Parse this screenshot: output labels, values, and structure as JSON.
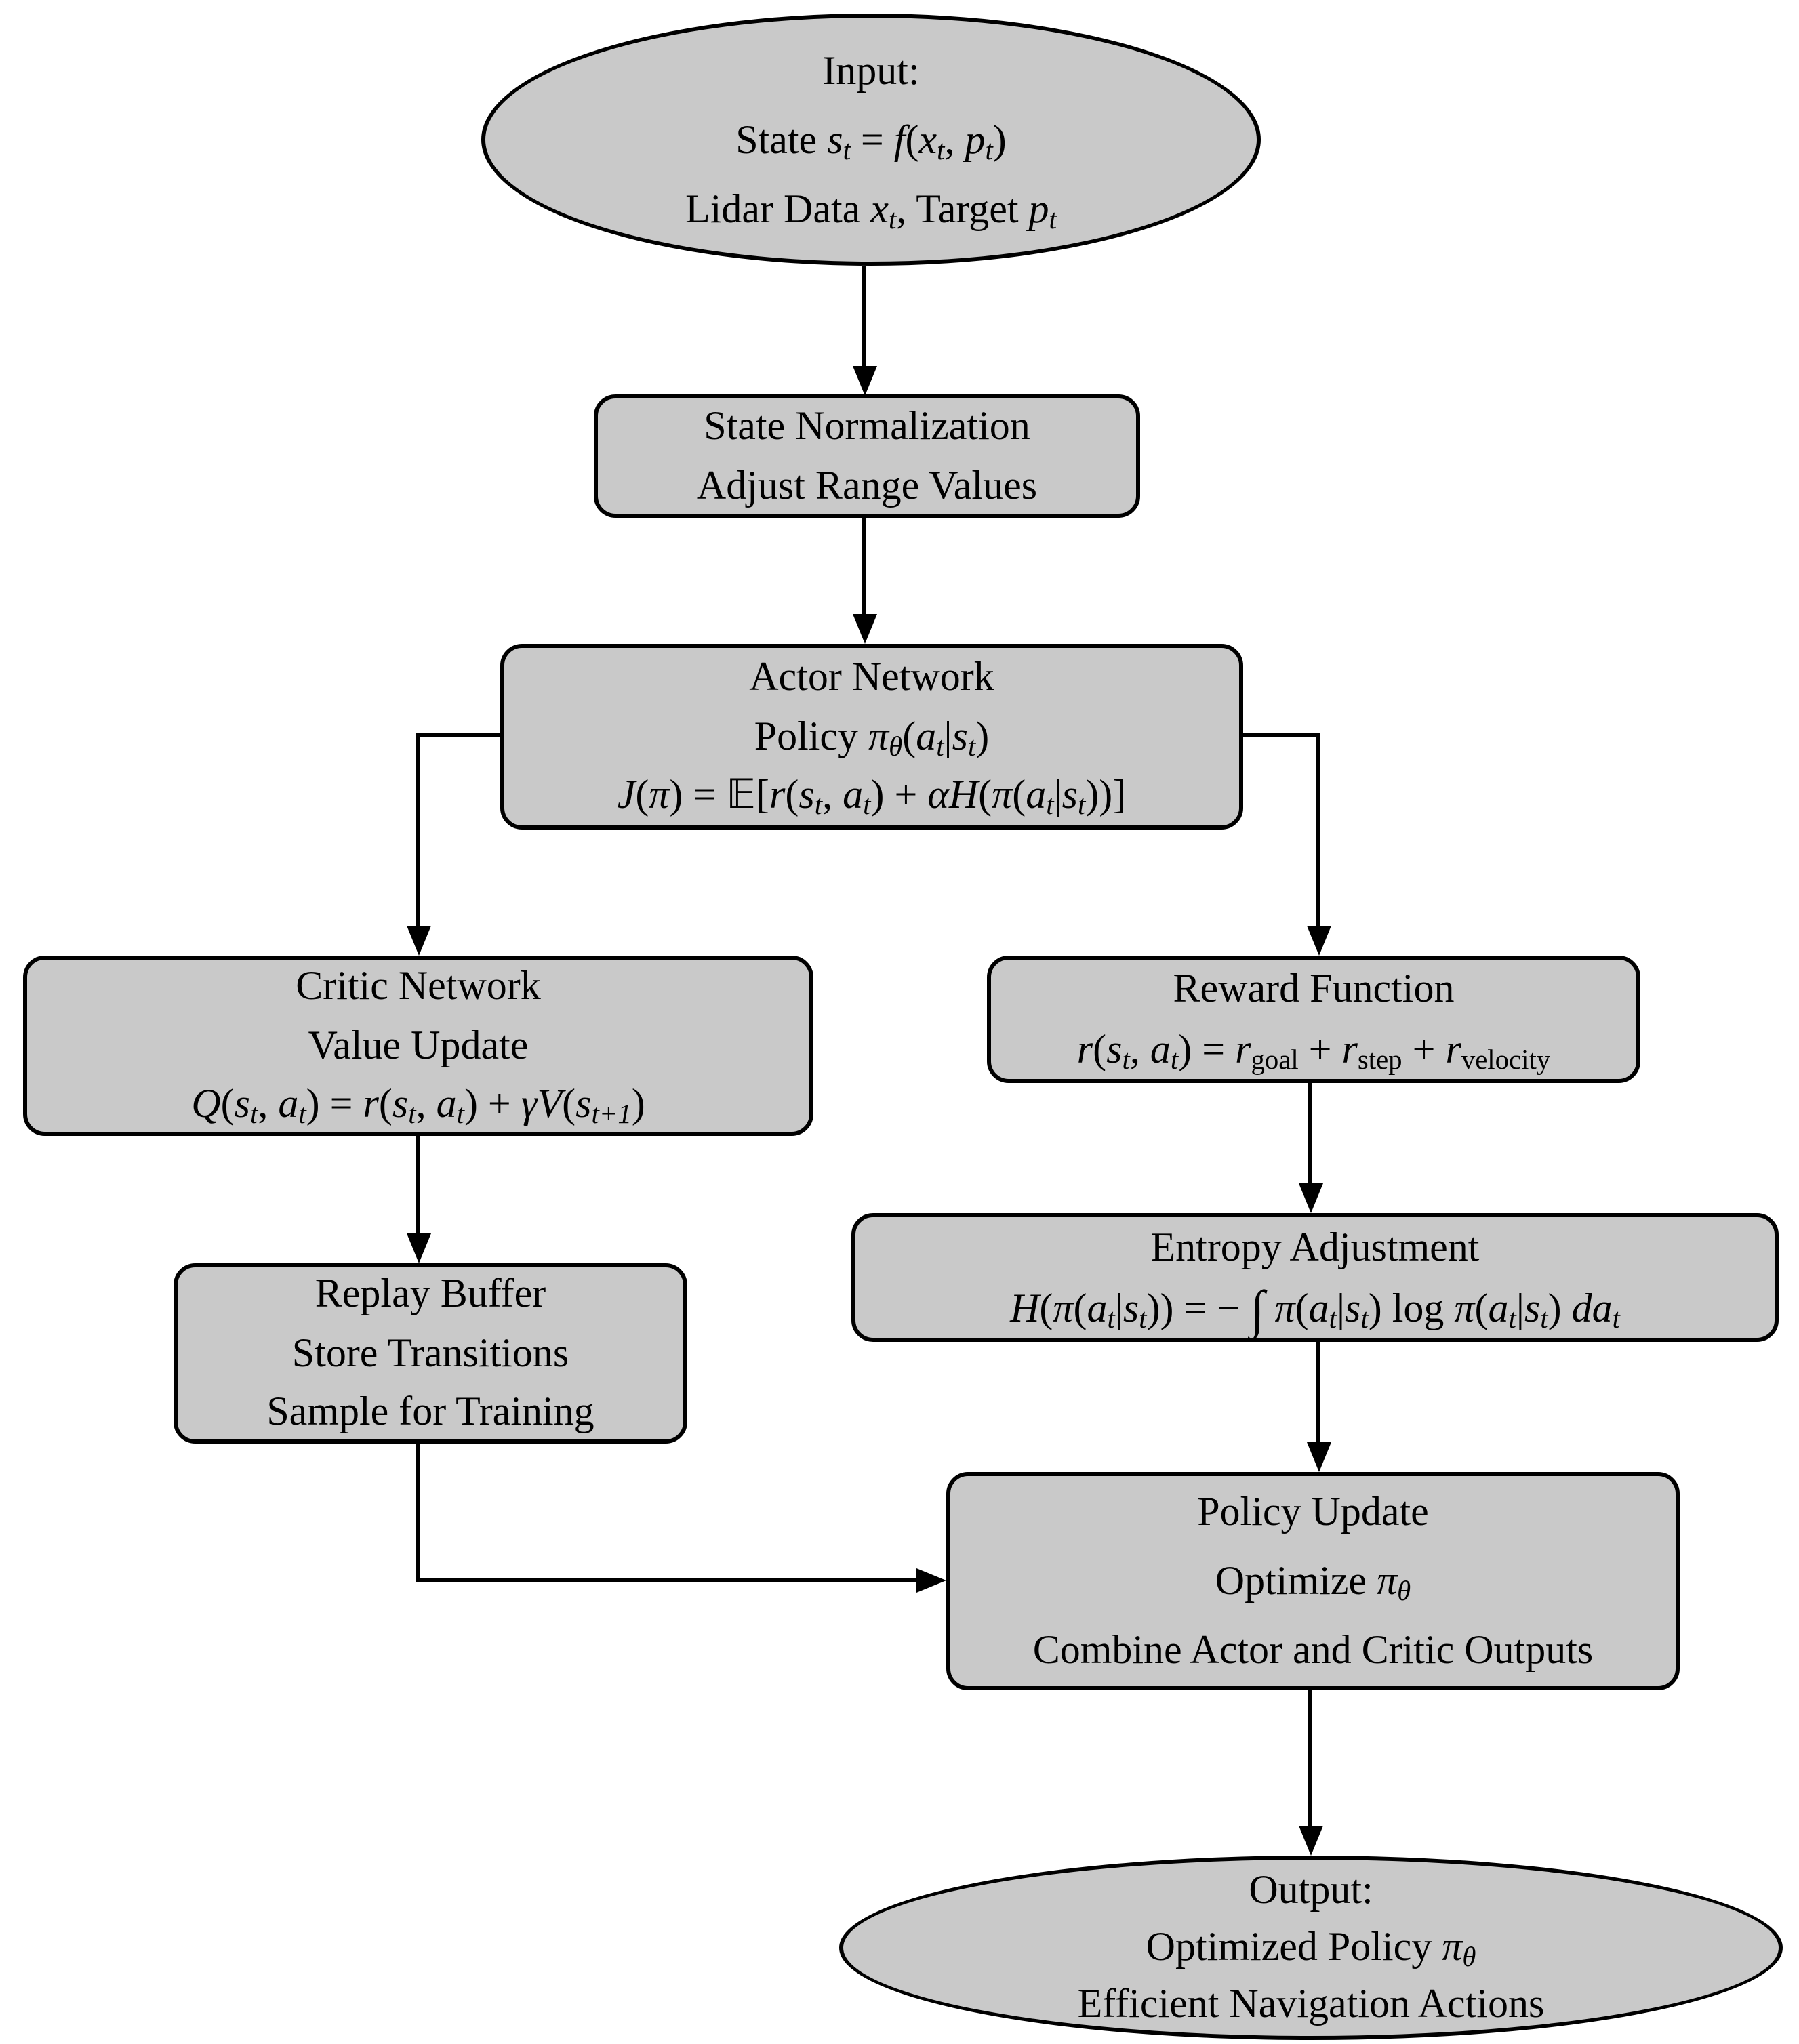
{
  "diagram": {
    "type": "flowchart",
    "colors": {
      "background": "#ffffff",
      "node_fill": "#c9c9c9",
      "node_border": "#000000",
      "edge": "#000000"
    },
    "nodes": [
      {
        "id": "input",
        "shape": "ellipse",
        "lines": [
          [
            {
              "t": "Input:"
            }
          ],
          [
            {
              "t": "State "
            },
            {
              "t": "s",
              "s": "i"
            },
            {
              "t": "t",
              "s": "isub"
            },
            {
              "t": " = "
            },
            {
              "t": "f",
              "s": "i"
            },
            {
              "t": "("
            },
            {
              "t": "x",
              "s": "i"
            },
            {
              "t": "t",
              "s": "isub"
            },
            {
              "t": ", "
            },
            {
              "t": "p",
              "s": "i"
            },
            {
              "t": "t",
              "s": "isub"
            },
            {
              "t": ")"
            }
          ],
          [
            {
              "t": "Lidar Data "
            },
            {
              "t": "x",
              "s": "i"
            },
            {
              "t": "t",
              "s": "isub"
            },
            {
              "t": ", Target "
            },
            {
              "t": "p",
              "s": "i"
            },
            {
              "t": "t",
              "s": "isub"
            }
          ]
        ]
      },
      {
        "id": "state",
        "shape": "box",
        "lines": [
          [
            {
              "t": "State Normalization"
            }
          ],
          [
            {
              "t": "Adjust Range Values"
            }
          ]
        ]
      },
      {
        "id": "actor",
        "shape": "box",
        "lines": [
          [
            {
              "t": "Actor Network"
            }
          ],
          [
            {
              "t": "Policy "
            },
            {
              "t": "π",
              "s": "i"
            },
            {
              "t": "θ",
              "s": "isub"
            },
            {
              "t": "("
            },
            {
              "t": "a",
              "s": "i"
            },
            {
              "t": "t",
              "s": "isub"
            },
            {
              "t": "|"
            },
            {
              "t": "s",
              "s": "i"
            },
            {
              "t": "t",
              "s": "isub"
            },
            {
              "t": ")"
            }
          ],
          [
            {
              "t": "J",
              "s": "i"
            },
            {
              "t": "("
            },
            {
              "t": "π",
              "s": "i"
            },
            {
              "t": ") = "
            },
            {
              "t": "𝔼",
              "s": "bb"
            },
            {
              "t": "["
            },
            {
              "t": "r",
              "s": "i"
            },
            {
              "t": "("
            },
            {
              "t": "s",
              "s": "i"
            },
            {
              "t": "t",
              "s": "isub"
            },
            {
              "t": ", "
            },
            {
              "t": "a",
              "s": "i"
            },
            {
              "t": "t",
              "s": "isub"
            },
            {
              "t": ") + "
            },
            {
              "t": "α",
              "s": "i"
            },
            {
              "t": "H",
              "s": "i"
            },
            {
              "t": "("
            },
            {
              "t": "π",
              "s": "i"
            },
            {
              "t": "("
            },
            {
              "t": "a",
              "s": "i"
            },
            {
              "t": "t",
              "s": "isub"
            },
            {
              "t": "|"
            },
            {
              "t": "s",
              "s": "i"
            },
            {
              "t": "t",
              "s": "isub"
            },
            {
              "t": "))]"
            }
          ]
        ]
      },
      {
        "id": "critic",
        "shape": "box",
        "lines": [
          [
            {
              "t": "Critic Network"
            }
          ],
          [
            {
              "t": "Value Update"
            }
          ],
          [
            {
              "t": "Q",
              "s": "i"
            },
            {
              "t": "("
            },
            {
              "t": "s",
              "s": "i"
            },
            {
              "t": "t",
              "s": "isub"
            },
            {
              "t": ", "
            },
            {
              "t": "a",
              "s": "i"
            },
            {
              "t": "t",
              "s": "isub"
            },
            {
              "t": ") = "
            },
            {
              "t": "r",
              "s": "i"
            },
            {
              "t": "("
            },
            {
              "t": "s",
              "s": "i"
            },
            {
              "t": "t",
              "s": "isub"
            },
            {
              "t": ", "
            },
            {
              "t": "a",
              "s": "i"
            },
            {
              "t": "t",
              "s": "isub"
            },
            {
              "t": ") + "
            },
            {
              "t": "γ",
              "s": "i"
            },
            {
              "t": "V",
              "s": "i"
            },
            {
              "t": "("
            },
            {
              "t": "s",
              "s": "i"
            },
            {
              "t": "t+1",
              "s": "isub"
            },
            {
              "t": ")"
            }
          ]
        ]
      },
      {
        "id": "reward",
        "shape": "box",
        "lines": [
          [
            {
              "t": "Reward Function"
            }
          ],
          [
            {
              "t": "r",
              "s": "i"
            },
            {
              "t": "("
            },
            {
              "t": "s",
              "s": "i"
            },
            {
              "t": "t",
              "s": "isub"
            },
            {
              "t": ", "
            },
            {
              "t": "a",
              "s": "i"
            },
            {
              "t": "t",
              "s": "isub"
            },
            {
              "t": ") = "
            },
            {
              "t": "r",
              "s": "i"
            },
            {
              "t": "goal",
              "s": "sub"
            },
            {
              "t": " + "
            },
            {
              "t": "r",
              "s": "i"
            },
            {
              "t": "step",
              "s": "sub"
            },
            {
              "t": " + "
            },
            {
              "t": "r",
              "s": "i"
            },
            {
              "t": "velocity",
              "s": "sub"
            }
          ]
        ]
      },
      {
        "id": "replay",
        "shape": "box",
        "lines": [
          [
            {
              "t": "Replay Buffer"
            }
          ],
          [
            {
              "t": "Store Transitions"
            }
          ],
          [
            {
              "t": "Sample for Training"
            }
          ]
        ]
      },
      {
        "id": "entropy",
        "shape": "box",
        "lines": [
          [
            {
              "t": "Entropy Adjustment"
            }
          ],
          [
            {
              "t": "H",
              "s": "i"
            },
            {
              "t": "("
            },
            {
              "t": "π",
              "s": "i"
            },
            {
              "t": "("
            },
            {
              "t": "a",
              "s": "i"
            },
            {
              "t": "t",
              "s": "isub"
            },
            {
              "t": "|"
            },
            {
              "t": "s",
              "s": "i"
            },
            {
              "t": "t",
              "s": "isub"
            },
            {
              "t": ")) = − "
            },
            {
              "t": "∫",
              "s": "int"
            },
            {
              "t": " "
            },
            {
              "t": "π",
              "s": "i"
            },
            {
              "t": "("
            },
            {
              "t": "a",
              "s": "i"
            },
            {
              "t": "t",
              "s": "isub"
            },
            {
              "t": "|"
            },
            {
              "t": "s",
              "s": "i"
            },
            {
              "t": "t",
              "s": "isub"
            },
            {
              "t": ") log "
            },
            {
              "t": "π",
              "s": "i"
            },
            {
              "t": "("
            },
            {
              "t": "a",
              "s": "i"
            },
            {
              "t": "t",
              "s": "isub"
            },
            {
              "t": "|"
            },
            {
              "t": "s",
              "s": "i"
            },
            {
              "t": "t",
              "s": "isub"
            },
            {
              "t": ") "
            },
            {
              "t": "d",
              "s": "i"
            },
            {
              "t": "a",
              "s": "i"
            },
            {
              "t": "t",
              "s": "isub"
            }
          ]
        ]
      },
      {
        "id": "policy",
        "shape": "box",
        "lines": [
          [
            {
              "t": "Policy Update"
            }
          ],
          [
            {
              "t": "Optimize "
            },
            {
              "t": "π",
              "s": "i"
            },
            {
              "t": "θ",
              "s": "isub"
            }
          ],
          [
            {
              "t": "Combine Actor and Critic Outputs"
            }
          ]
        ]
      },
      {
        "id": "output",
        "shape": "ellipse",
        "lines": [
          [
            {
              "t": "Output:"
            }
          ],
          [
            {
              "t": "Optimized Policy "
            },
            {
              "t": "π",
              "s": "i"
            },
            {
              "t": "θ",
              "s": "isub"
            }
          ],
          [
            {
              "t": "Efficient Navigation Actions"
            }
          ]
        ]
      }
    ],
    "edges": [
      {
        "from": "input",
        "to": "state"
      },
      {
        "from": "state",
        "to": "actor"
      },
      {
        "from": "actor",
        "to": "critic"
      },
      {
        "from": "actor",
        "to": "reward"
      },
      {
        "from": "critic",
        "to": "replay"
      },
      {
        "from": "reward",
        "to": "entropy"
      },
      {
        "from": "replay",
        "to": "policy"
      },
      {
        "from": "entropy",
        "to": "policy"
      },
      {
        "from": "policy",
        "to": "output"
      }
    ]
  }
}
